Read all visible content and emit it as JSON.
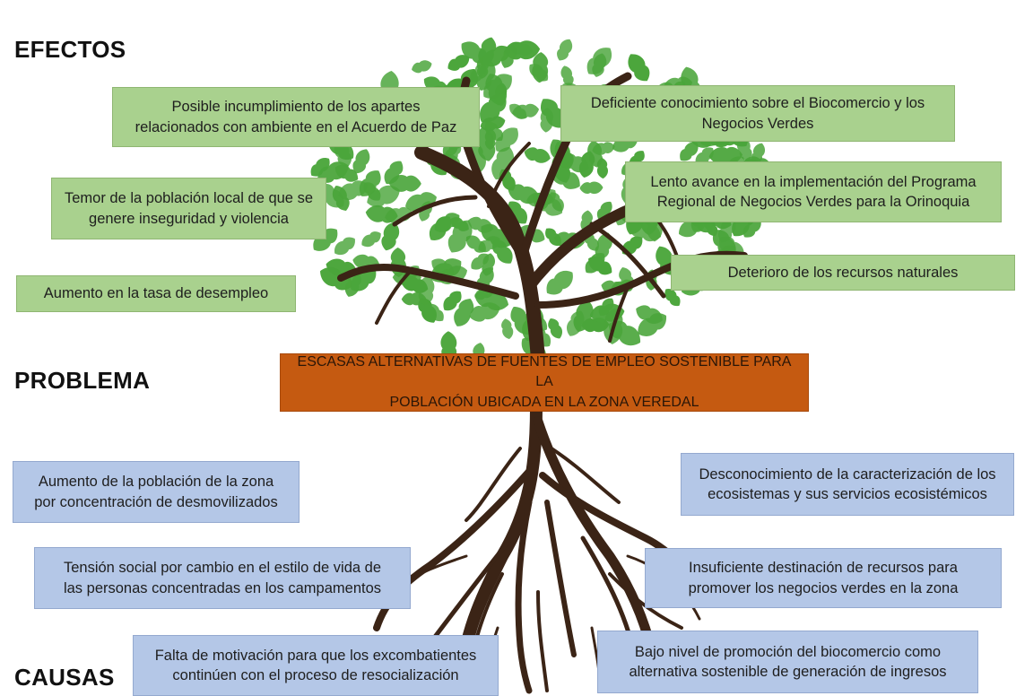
{
  "sections": {
    "effects": "EFECTOS",
    "problem": "PROBLEMA",
    "causes": "CAUSAS"
  },
  "effects": [
    "Posible incumplimiento de los apartes\nrelacionados con ambiente en el Acuerdo de Paz",
    "Deficiente conocimiento sobre el Biocomercio y los\nNegocios Verdes",
    "Temor de la población local de que se\ngenere inseguridad y violencia",
    "Lento avance en la implementación del Programa\nRegional de Negocios Verdes para la Orinoquia",
    "Aumento en la tasa de desempleo",
    "Deterioro de los recursos naturales"
  ],
  "problem": "ESCASAS ALTERNATIVAS DE FUENTES DE EMPLEO SOSTENIBLE PARA LA\nPOBLACIÓN UBICADA EN LA ZONA VEREDAL",
  "causes": [
    "Aumento de la población de la zona\npor concentración de desmovilizados",
    "Desconocimiento de la caracterización de los\necosistemas y sus servicios ecosistémicos",
    "Tensión social por cambio en el estilo de vida de\nlas personas concentradas en los campamentos",
    "Insuficiente destinación de recursos para\npromover los negocios verdes en la zona",
    "Falta de motivación para que los excombatientes\ncontinúen con el proceso de resocialización",
    "Bajo nivel de promoción del biocomercio como\nalternativa sostenible de generación de ingresos"
  ],
  "colors": {
    "effect_box": "#a9d18e",
    "cause_box": "#b4c7e7",
    "problem_box": "#c55a11",
    "leaf": "#4aa53a",
    "trunk": "#3b2416"
  }
}
